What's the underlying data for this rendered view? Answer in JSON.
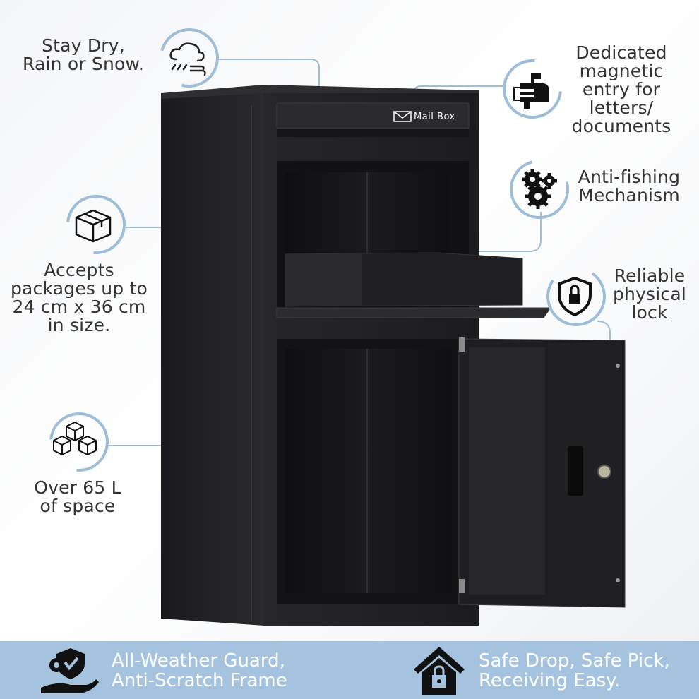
{
  "features": {
    "weather": "Stay Dry,\nRain or Snow.",
    "magnetic": "Dedicated\nmagnetic\nentry for\nletters/\ndocuments",
    "anti_fishing": "Anti-fishing\nMechanism",
    "lock": "Reliable\nphysical\nlock",
    "packages": "Accepts\npackages up to\n24 cm x 36 cm\nin size.",
    "space": "Over 65 L\nof space"
  },
  "mailbox_label": "Mail Box",
  "banner": {
    "left": "All-Weather Guard,\nAnti-Scratch Frame",
    "right": "Safe Drop, Safe Pick,\nReceiving Easy."
  },
  "colors": {
    "accent": "#9dbdd8",
    "banner": "#a5c3df",
    "cabinet": "#1f1f21"
  },
  "icons": [
    "cloud-rain-icon",
    "mailbox-letter-icon",
    "gears-icon",
    "shield-lock-icon",
    "package-box-icon",
    "boxes-stack-icon",
    "gear-shield-hand-icon",
    "house-lock-icon"
  ]
}
